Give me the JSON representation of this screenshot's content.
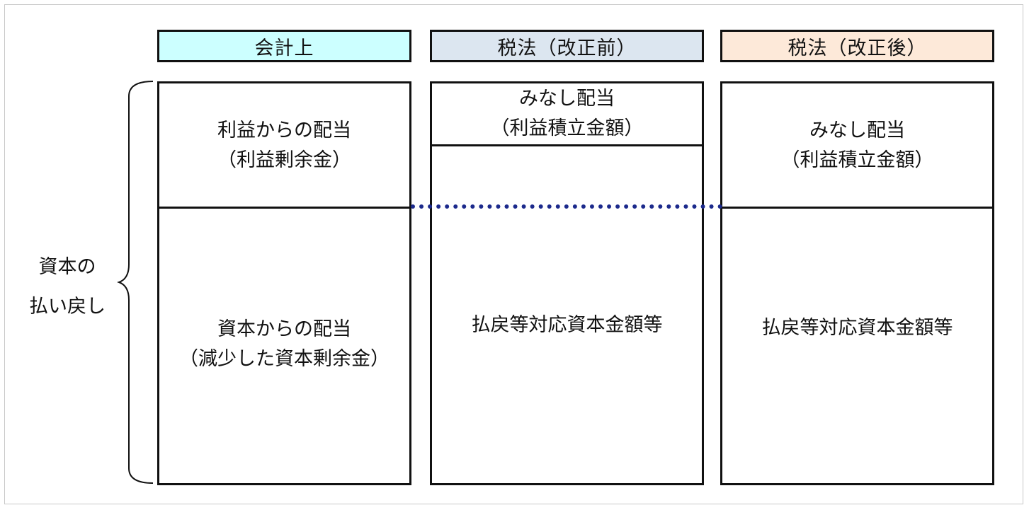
{
  "colors": {
    "accounting_header": "#ccffff",
    "tax_before_header": "#dce6f0",
    "tax_after_header": "#fde9d9",
    "dotted_line": "#1c2a8c"
  },
  "side_label": {
    "line1": "資本の",
    "line2": "払い戻し"
  },
  "columns": {
    "accounting": {
      "header": "会計上",
      "upper": {
        "line1": "利益からの配当",
        "line2": "（利益剰余金）"
      },
      "lower": {
        "line1": "資本からの配当",
        "line2": "（減少した資本剰余金）"
      }
    },
    "tax_before": {
      "header": "税法（改正前）",
      "upper": {
        "line1": "みなし配当",
        "line2": "（利益積立金額）"
      },
      "lower": {
        "line1": "払戻等対応資本金額等"
      }
    },
    "tax_after": {
      "header": "税法（改正後）",
      "upper": {
        "line1": "みなし配当",
        "line2": "（利益積立金額）"
      },
      "lower": {
        "line1": "払戻等対応資本金額等"
      }
    }
  }
}
